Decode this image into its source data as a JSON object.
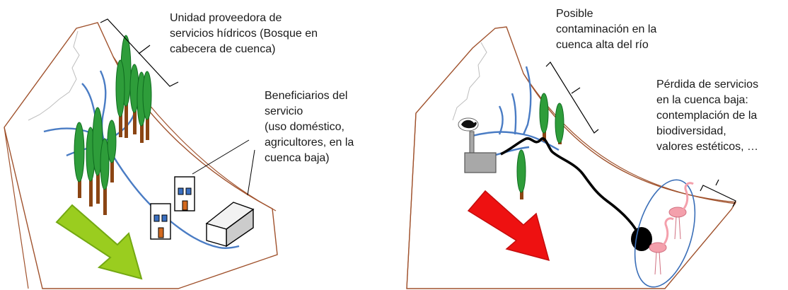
{
  "left_panel": {
    "provider_label": [
      "Unidad proveedora de",
      "servicios hídricos (Bosque en",
      "cabecera de cuenca)"
    ],
    "beneficiaries_label": [
      "Beneficiarios del",
      "servicio",
      "(uso doméstico,",
      "agricultores, en la",
      "cuenca baja)"
    ]
  },
  "right_panel": {
    "contamination_label": [
      "Posible",
      "contaminación en la",
      "cuenca alta del río"
    ],
    "loss_label": [
      "Pérdida de servicios",
      "en la cuenca baja:",
      "contemplación de la",
      "biodiversidad,",
      "valores estéticos, …"
    ]
  },
  "colors": {
    "river": "#4a7cc4",
    "tree_trunk": "#8b4513",
    "tree_crown": "#2e9d3a",
    "tree_crown_edge": "#0f6b1f",
    "slope_line": "#a0522d",
    "green_arrow": "#9acd1f",
    "red_arrow": "#ee1111",
    "factory": "#a8a8a8",
    "pollution": "#000000",
    "flamingo": "#f4a0ac",
    "ellipse": "#3b6fb8"
  }
}
